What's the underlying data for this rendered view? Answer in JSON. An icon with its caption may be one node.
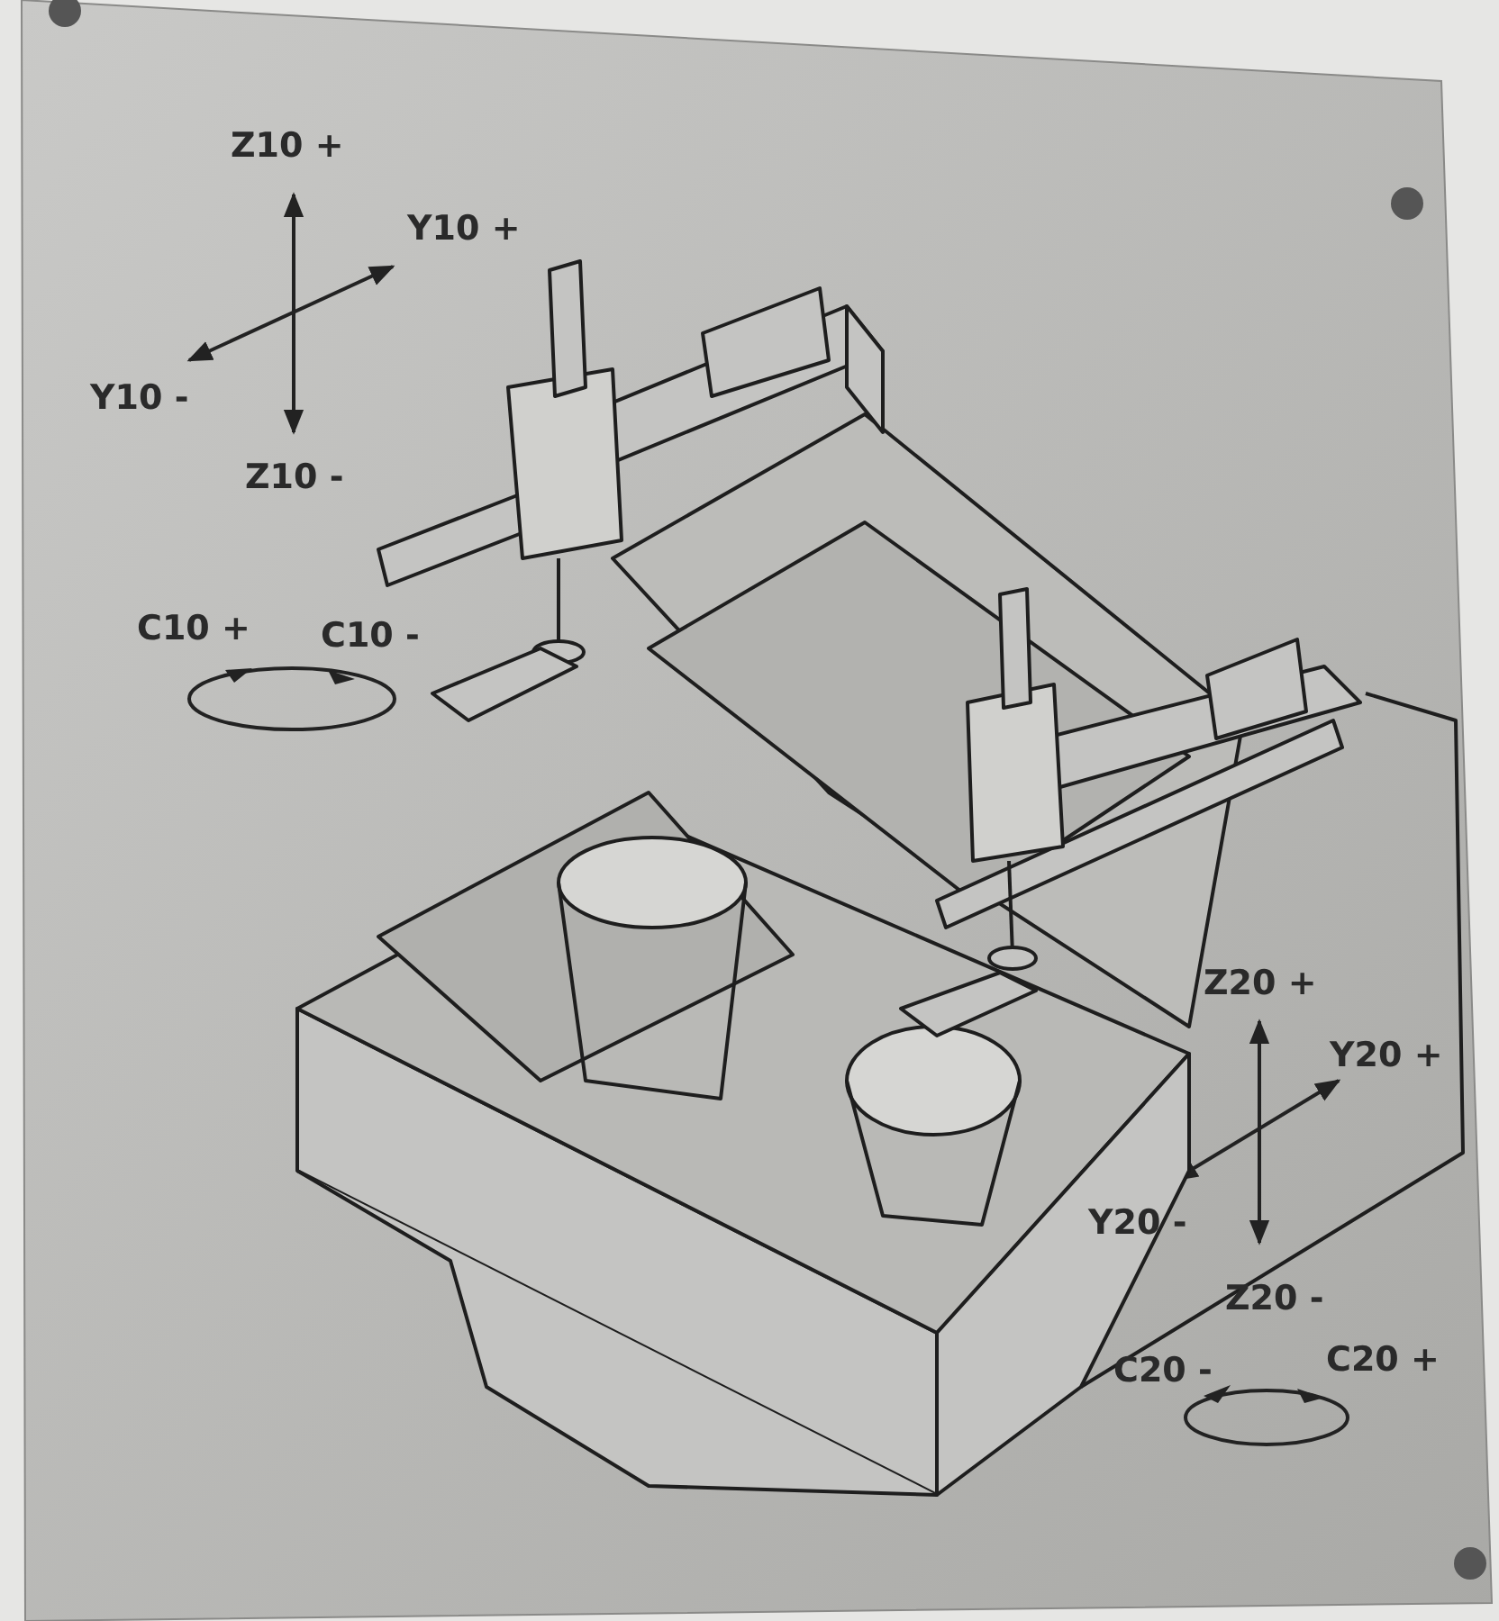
{
  "diagram": {
    "labels": [
      "Z10 +",
      "Y10 +",
      "Y10 -",
      "Z10 -",
      "C10 +",
      "C10 -",
      "Z20 +",
      "Y20 +",
      "Y20 -",
      "Z20 -",
      "C20 -",
      "C20 +"
    ]
  }
}
